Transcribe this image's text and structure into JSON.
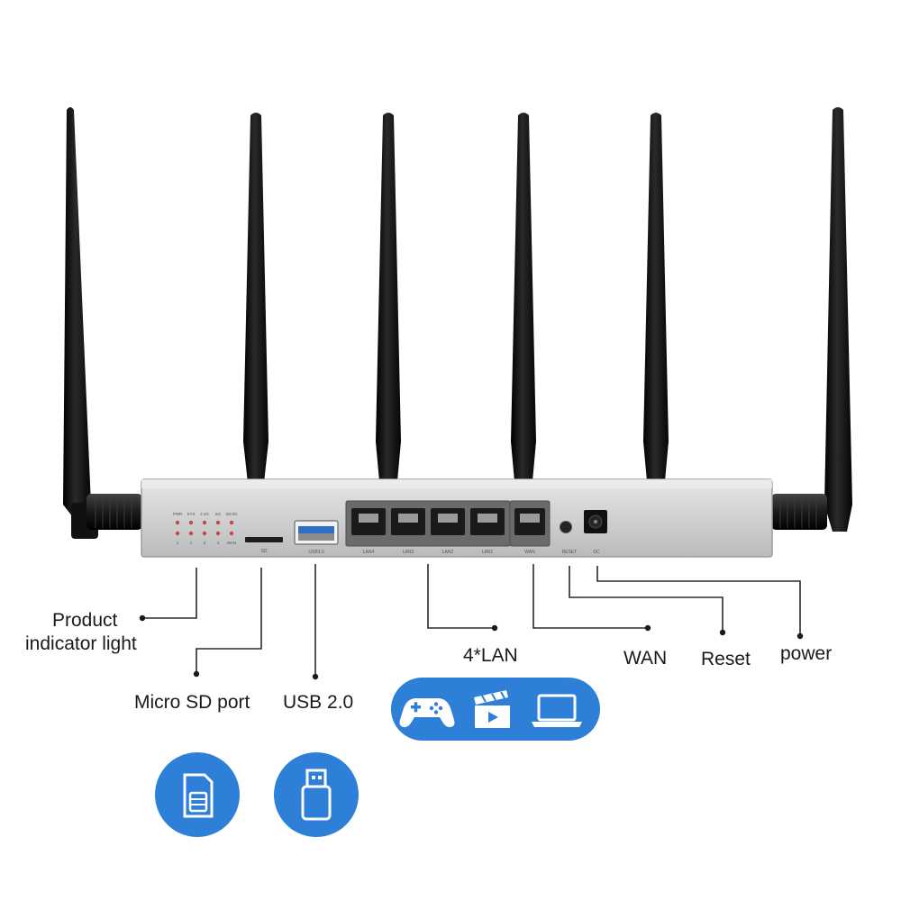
{
  "panel": {
    "led_labels_top": [
      "PWR",
      "SYS",
      "2.4G",
      "5G",
      "3G/4G"
    ],
    "led_labels_bottom": [
      "1",
      "2",
      "3",
      "4",
      "WAN"
    ],
    "sd_label": "SD",
    "usb_label": "USB3.0",
    "lan_labels": [
      "LAN4",
      "LAN3",
      "LAN2",
      "LAN1"
    ],
    "wan_label": "WAN",
    "reset_label": "RESET",
    "dc_label": "DC"
  },
  "callouts": {
    "indicator_line1": "Product",
    "indicator_line2": "indicator light",
    "sd": "Micro SD port",
    "usb": "USB 2.0",
    "lan": "4*LAN",
    "wan": "WAN",
    "reset": "Reset",
    "power": "power"
  },
  "icons": [
    "gamepad-icon",
    "movie-clapperboard-icon",
    "laptop-icon",
    "sim-card-icon",
    "usb-stick-icon"
  ],
  "colors": {
    "accent": "#2d7fd7",
    "antenna": "#0c0c0c",
    "panel": "#c9cbcd",
    "line": "#2a2a2a"
  }
}
